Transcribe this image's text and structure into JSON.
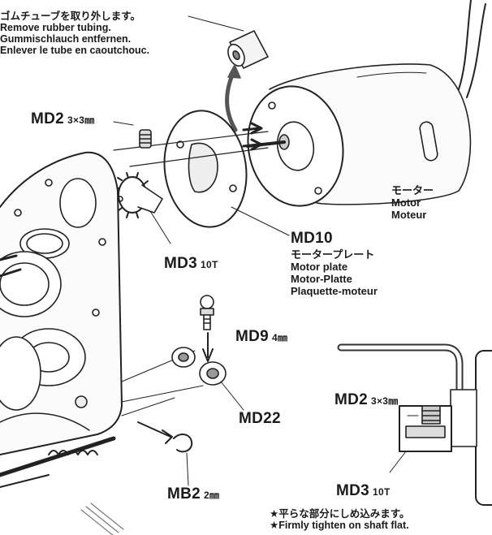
{
  "top_note": {
    "line_ja": "ゴムチューブを取り外します。",
    "line_en": "Remove rubber tubing.",
    "line_de": "Gummischlauch entfernen.",
    "line_fr": "Enlever le tube en caoutchouc."
  },
  "parts": {
    "md2_top": {
      "code": "MD2",
      "size": "3×3㎜"
    },
    "md3_top": {
      "code": "MD3",
      "size": "10T"
    },
    "md9": {
      "code": "MD9",
      "size": "4㎜"
    },
    "md22": {
      "code": "MD22"
    },
    "mb2": {
      "code": "MB2",
      "size": "2㎜"
    },
    "md2_detail": {
      "code": "MD2",
      "size": "3×3㎜"
    },
    "md3_detail": {
      "code": "MD3",
      "size": "10T"
    }
  },
  "motor": {
    "ja": "モーター",
    "en": "Motor",
    "fr": "Moteur"
  },
  "md10": {
    "code": "MD10",
    "ja": "モータープレート",
    "en": "Motor plate",
    "de": "Motor-Platte",
    "fr": "Plaquette-moteur"
  },
  "bottom_note": {
    "line_ja": "★平らな部分にしめ込みます。",
    "line_en": "★Firmly tighten on shaft flat."
  }
}
